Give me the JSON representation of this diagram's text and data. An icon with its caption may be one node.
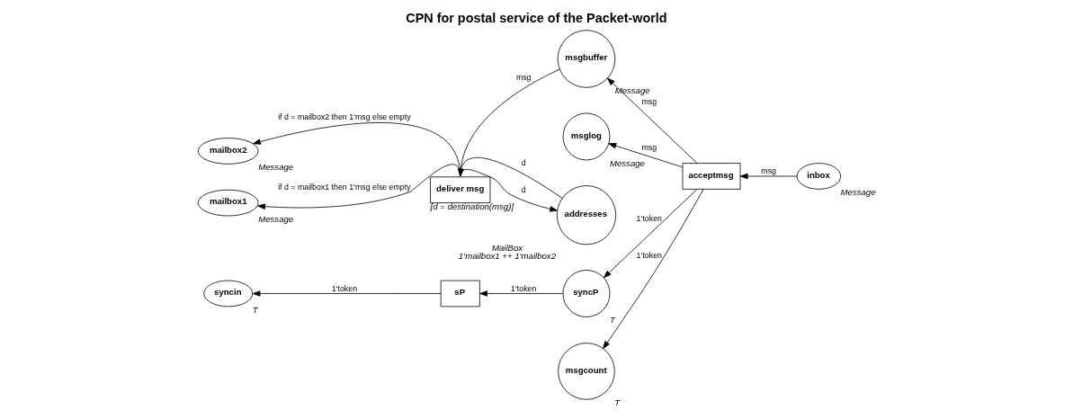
{
  "diagram": {
    "title": "CPN for postal service of the Packet-world",
    "nodes": [
      {
        "text": [
          "addresses"
        ],
        "beside": [
          "MailBox",
          "1‘mailbox1 ++ 1‘mailbox2"
        ]
      },
      {
        "text": [
          "msglog"
        ],
        "beside": [
          "Message"
        ]
      },
      {
        "text": [
          "syncP"
        ],
        "beside": [
          "T"
        ]
      },
      {
        "text": [
          "sP"
        ]
      },
      {
        "text": [
          "deliver msg"
        ],
        "beside": [
          "[d = destination(msg)]"
        ]
      },
      {
        "text": [
          "msgbuffer"
        ],
        "beside": [
          "Message"
        ]
      },
      {
        "text": [
          "acceptmsg"
        ]
      },
      {
        "text": [
          "msgcount"
        ],
        "beside": [
          "T"
        ]
      },
      {
        "text": [
          "syncin"
        ],
        "beside": [
          "T"
        ]
      },
      {
        "text": [
          "mailbox1"
        ],
        "beside": [
          "Message"
        ]
      },
      {
        "text": [
          "inbox"
        ],
        "beside": [
          "Message"
        ]
      },
      {
        "text": [
          "mailbox2"
        ],
        "beside": [
          "Message"
        ]
      }
    ],
    "edges": [
      {
        "from": 6,
        "to": 2,
        "arrow": "to",
        "label": "1‘token"
      },
      {
        "from": 4,
        "to": 11,
        "arrow": "to",
        "label": "if d = mailbox2 then 1‘msg else empty"
      },
      {
        "from": 0,
        "to": 4,
        "arrow": "to",
        "label": "d"
      },
      {
        "from": 4,
        "to": 0,
        "arrow": "to",
        "label": "d"
      },
      {
        "from": 2,
        "to": 3,
        "arrow": "to",
        "label": "1‘token"
      },
      {
        "from": 3,
        "to": 8,
        "arrow": "to",
        "label": "1‘token"
      },
      {
        "from": 5,
        "to": 4,
        "arrow": "to",
        "label": "msg"
      },
      {
        "from": 6,
        "to": 5,
        "arrow": "to",
        "label": "msg"
      },
      {
        "from": 6,
        "to": 1,
        "arrow": "to",
        "label": "msg"
      },
      {
        "from": 6,
        "to": 7,
        "arrow": "to",
        "label": "1‘token"
      },
      {
        "from": 10,
        "to": 6,
        "arrow": "to",
        "label": "msg"
      },
      {
        "from": 4,
        "to": 9,
        "arrow": "to",
        "label": "if d = mailbox1 then 1‘msg else empty"
      }
    ]
  }
}
